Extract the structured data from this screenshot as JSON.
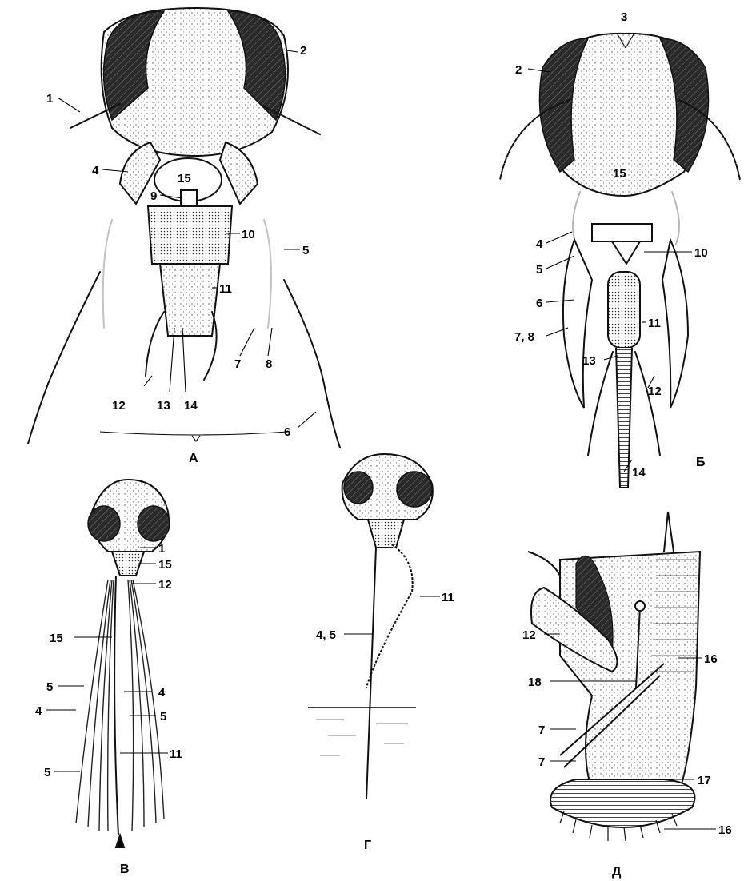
{
  "figure": {
    "panels": [
      {
        "id": "A",
        "caption": "А",
        "labels": [
          "1",
          "2",
          "4",
          "15",
          "9",
          "10",
          "5",
          "11",
          "7",
          "8",
          "12",
          "13",
          "14",
          "6"
        ]
      },
      {
        "id": "B",
        "caption": "Б",
        "labels": [
          "3",
          "2",
          "15",
          "4",
          "5",
          "10",
          "6",
          "11",
          "7, 8",
          "13",
          "12",
          "14"
        ]
      },
      {
        "id": "V",
        "caption": "В",
        "labels": [
          "1",
          "15",
          "12",
          "15",
          "5",
          "4",
          "4",
          "5",
          "5",
          "11"
        ]
      },
      {
        "id": "G",
        "caption": "Г",
        "labels": [
          "11",
          "4, 5"
        ]
      },
      {
        "id": "D",
        "caption": "Д",
        "labels": [
          "12",
          "16",
          "18",
          "7",
          "7",
          "17",
          "16"
        ]
      }
    ]
  },
  "colors": {
    "ink": "#111111",
    "eye": "#262626",
    "background": "#ffffff"
  }
}
